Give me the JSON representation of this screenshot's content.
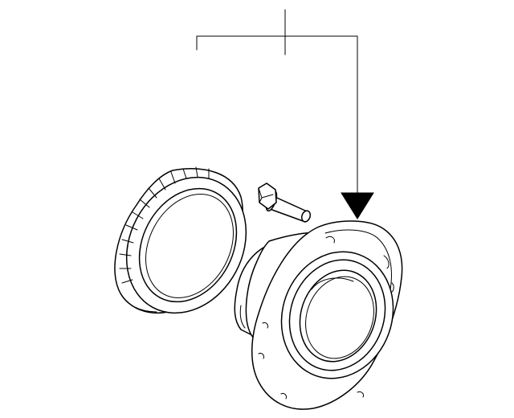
{
  "diagram": {
    "parts": [
      {
        "name": "hub-and-bearing-assembly"
      },
      {
        "name": "abs-tone-ring"
      },
      {
        "name": "hub-bolt"
      }
    ],
    "callout_labels": [],
    "colors": {
      "line": "#000000",
      "background": "#ffffff"
    }
  }
}
